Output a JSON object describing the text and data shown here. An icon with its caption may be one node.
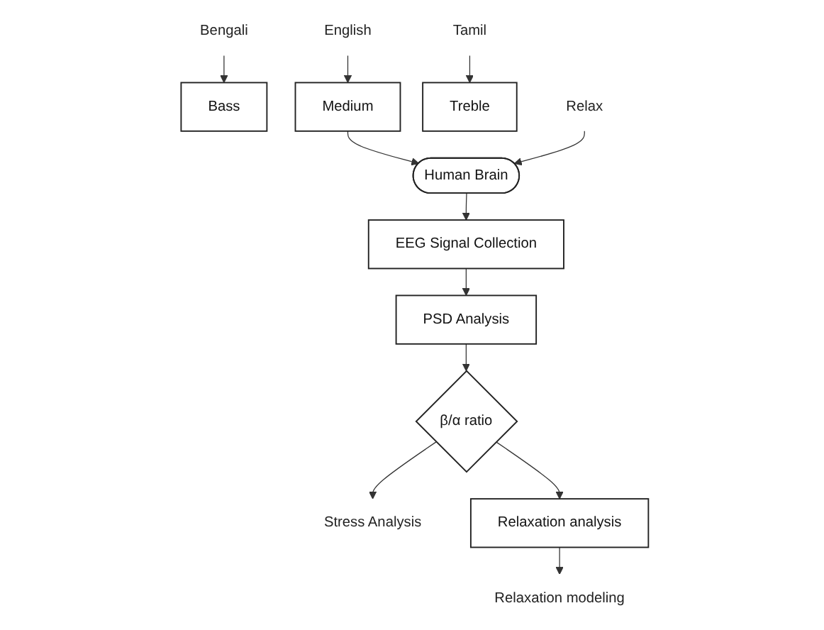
{
  "diagram": {
    "nodes": [
      {
        "text": [
          "Bengali"
        ]
      },
      {
        "text": [
          "English"
        ]
      },
      {
        "text": [
          "Tamil"
        ]
      },
      {
        "text": [
          "Bass"
        ]
      },
      {
        "text": [
          "Medium"
        ]
      },
      {
        "text": [
          "Treble"
        ]
      },
      {
        "text": [
          "Human Brain"
        ]
      },
      {
        "text": [
          "Relax"
        ]
      },
      {
        "text": [
          "EEG Signal Collection"
        ]
      },
      {
        "text": [
          "PSD Analysis"
        ]
      },
      {
        "text": [
          "β/α ratio"
        ]
      },
      {
        "text": [
          "Stress Analysis"
        ]
      },
      {
        "text": [
          "Relaxation analysis"
        ]
      },
      {
        "text": [
          "Relaxation modeling"
        ]
      }
    ],
    "edges": [
      {
        "from": 0,
        "to": 3,
        "arrow": "to"
      },
      {
        "from": 1,
        "to": 4,
        "arrow": "to"
      },
      {
        "from": 2,
        "to": 5,
        "arrow": "to"
      },
      {
        "from": 4,
        "to": 6,
        "arrow": "to"
      },
      {
        "from": 7,
        "to": 6,
        "arrow": "to"
      },
      {
        "from": 6,
        "to": 8,
        "arrow": "to"
      },
      {
        "from": 8,
        "to": 9,
        "arrow": "to"
      },
      {
        "from": 9,
        "to": 10,
        "arrow": "to"
      },
      {
        "from": 10,
        "to": 11,
        "arrow": "to"
      },
      {
        "from": 10,
        "to": 12,
        "arrow": "to"
      },
      {
        "from": 12,
        "to": 13,
        "arrow": "to"
      }
    ]
  }
}
